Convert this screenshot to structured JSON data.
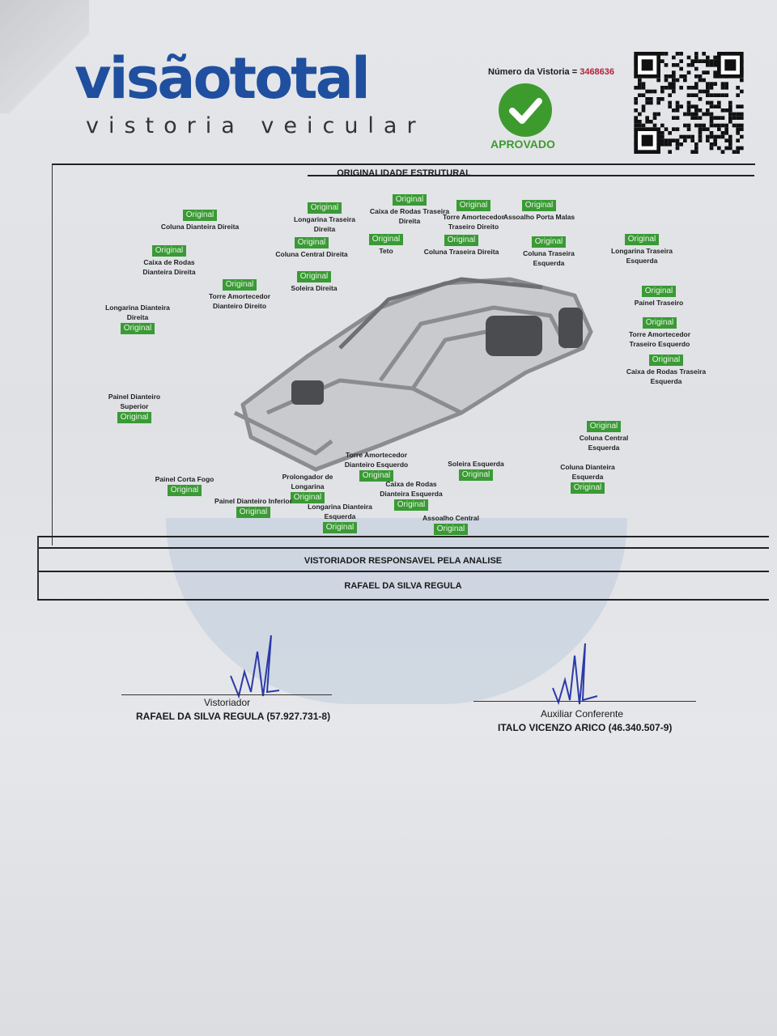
{
  "header": {
    "logo_main": "visãototal",
    "logo_sub": "vistoria veicular",
    "inspection_number_label": "Número da Vistoria =",
    "inspection_number": "3468636",
    "status": "APROVADO",
    "status_color": "#3d9b2e"
  },
  "section_title": "ORIGINALIDADE ESTRUTURAL",
  "parts": [
    {
      "name": "Coluna Dianteira Direita",
      "status": "Original"
    },
    {
      "name": "Caixa de Rodas Dianteira Direita",
      "status": "Original"
    },
    {
      "name": "Longarina Dianteira Direita",
      "status": "Original"
    },
    {
      "name": "Torre Amortecedor Dianteiro Direito",
      "status": "Original"
    },
    {
      "name": "Longarina Traseira Direita",
      "status": "Original"
    },
    {
      "name": "Coluna Central Direita",
      "status": "Original"
    },
    {
      "name": "Soleira Direita",
      "status": "Original"
    },
    {
      "name": "Caixa de Rodas Traseira Direita",
      "status": "Original"
    },
    {
      "name": "Teto",
      "status": "Original"
    },
    {
      "name": "Torre Amortecedor Traseiro Direito",
      "status": "Original"
    },
    {
      "name": "Coluna Traseira Direita",
      "status": "Original"
    },
    {
      "name": "Assoalho Porta Malas",
      "status": "Original"
    },
    {
      "name": "Coluna Traseira Esquerda",
      "status": "Original"
    },
    {
      "name": "Longarina Traseira Esquerda",
      "status": "Original"
    },
    {
      "name": "Painel Traseiro",
      "status": "Original"
    },
    {
      "name": "Torre Amortecedor Traseiro Esquerdo",
      "status": "Original"
    },
    {
      "name": "Caixa de Rodas Traseira Esquerda",
      "status": "Original"
    },
    {
      "name": "Painel Dianteiro Superior",
      "status": "Original"
    },
    {
      "name": "Coluna Central Esquerda",
      "status": "Original"
    },
    {
      "name": "Coluna Dianteira Esquerda",
      "status": "Original"
    },
    {
      "name": "Soleira Esquerda",
      "status": "Original"
    },
    {
      "name": "Torre Amortecedor Dianteiro Esquerdo",
      "status": "Original"
    },
    {
      "name": "Caixa de Rodas Dianteira Esquerda",
      "status": "Original"
    },
    {
      "name": "Assoalho Central",
      "status": "Original"
    },
    {
      "name": "Painel Corta Fogo",
      "status": "Original"
    },
    {
      "name": "Prolongador de Longarina",
      "status": "Original"
    },
    {
      "name": "Painel Dianteiro Inferior",
      "status": "Original"
    },
    {
      "name": "Longarina Dianteira Esquerda",
      "status": "Original"
    }
  ],
  "responsible_label": "VISTORIADOR RESPONSAVEL PELA ANALISE",
  "responsible_name": "RAFAEL DA SILVA REGULA",
  "signatures": [
    {
      "role": "Vistoriador",
      "name": "RAFAEL DA SILVA REGULA (57.927.731-8)"
    },
    {
      "role": "Auxiliar Conferente",
      "name": "ITALO VICENZO ARICO (46.340.507-9)"
    }
  ]
}
